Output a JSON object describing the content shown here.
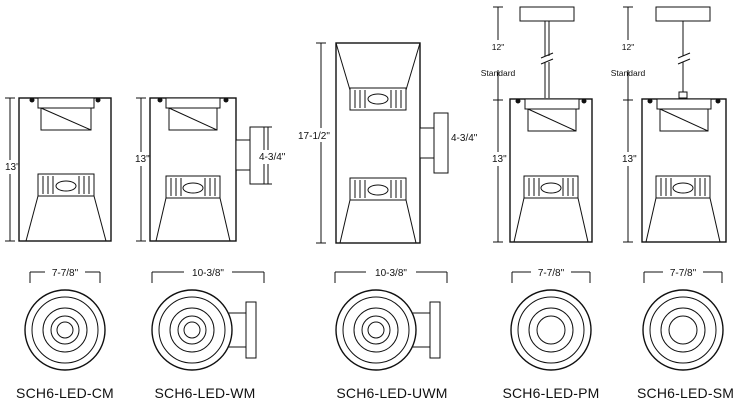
{
  "figure": {
    "fixtures": [
      {
        "model": "SCH6-LED-CM",
        "height_label": "13\"",
        "width_label": "7-7/8\""
      },
      {
        "model": "SCH6-LED-WM",
        "height_label": "13\"",
        "width_label": "10-3/8\"",
        "arm_label": "4-3/4\""
      },
      {
        "model": "SCH6-LED-UWM",
        "height_label": "17-1/2\"",
        "width_label": "10-3/8\"",
        "arm_label": "4-3/4\""
      },
      {
        "model": "SCH6-LED-PM",
        "height_label": "13\"",
        "width_label": "7-7/8\"",
        "stem_label": "12\"",
        "stem_sub": "Standard"
      },
      {
        "model": "SCH6-LED-SM",
        "height_label": "13\"",
        "width_label": "7-7/8\"",
        "stem_label": "12\"",
        "stem_sub": "Standard"
      }
    ]
  }
}
